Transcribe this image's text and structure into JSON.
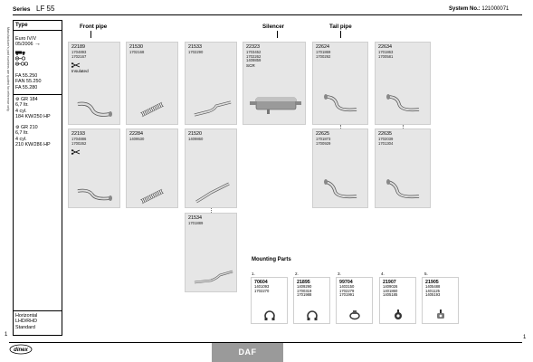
{
  "header": {
    "series_label": "Series",
    "series_value": "LF 55",
    "system_label": "System No.:",
    "system_value": "121000071"
  },
  "side_note": "Manufacturer's part numbers are quoted for reference only",
  "sidebar": {
    "type_label": "Type",
    "euro": "Euro IV/V",
    "euro_date": "05/2006",
    "euro_date_arrow": "→",
    "models": [
      "FA 55.250",
      "FAN 55.250",
      "FA 55.280"
    ],
    "engines": [
      {
        "code": "GR 184",
        "lines": [
          "6,7 ltr.",
          "4 cyl.",
          "184 KW/250 HP"
        ]
      },
      {
        "code": "GR 210",
        "lines": [
          "6,7 ltr.",
          "4 cyl.",
          "210 KW/286 HP"
        ]
      }
    ],
    "footer": [
      "Horizontal",
      "LHD/RHD",
      "Standard"
    ]
  },
  "columns": {
    "front_pipe": "Front pipe",
    "silencer": "Silencer",
    "tail_pipe": "Tail pipe"
  },
  "parts": [
    {
      "id": "22189",
      "refs": [
        "1704893",
        "1702167"
      ],
      "extra": "Insulated"
    },
    {
      "id": "21530",
      "refs": [
        "1702168"
      ]
    },
    {
      "id": "21533",
      "refs": [
        "1702290"
      ]
    },
    {
      "id": "22323",
      "refs": [
        "1703452",
        "1702262",
        "1409859"
      ],
      "extra": "SCR"
    },
    {
      "id": "22624",
      "refs": [
        "1701869",
        "1700292"
      ]
    },
    {
      "id": "22634",
      "refs": [
        "1701863",
        "1700581"
      ]
    },
    {
      "id": "22193",
      "refs": [
        "1704886",
        "1700262"
      ]
    },
    {
      "id": "22284",
      "refs": [
        "1409530"
      ]
    },
    {
      "id": "21520",
      "refs": [
        "1409860"
      ]
    },
    {
      "id": "22625",
      "refs": [
        "1701873",
        "1700929"
      ]
    },
    {
      "id": "22635",
      "refs": [
        "1702039",
        "1701304"
      ]
    },
    {
      "id": "21534",
      "refs": [
        "1701889"
      ]
    }
  ],
  "mounting": {
    "title": "Mounting Parts",
    "items": [
      {
        "index": "1.",
        "id": "70604",
        "refs": [
          "1401093",
          "1702270"
        ]
      },
      {
        "index": "2.",
        "id": "21895",
        "refs": [
          "1409290",
          "1700319",
          "1701988"
        ]
      },
      {
        "index": "3.",
        "id": "99704",
        "refs": [
          "1403150",
          "1702279",
          "1701991"
        ]
      },
      {
        "index": "4.",
        "id": "21907",
        "refs": [
          "1409026",
          "1401860",
          "1405185"
        ]
      },
      {
        "index": "5.",
        "id": "21905",
        "refs": [
          "1405488",
          "1401125",
          "1405193"
        ]
      }
    ]
  },
  "page_number_left": "1",
  "page_number_right": "1",
  "brand": "DAF",
  "logo_text": "dinex"
}
